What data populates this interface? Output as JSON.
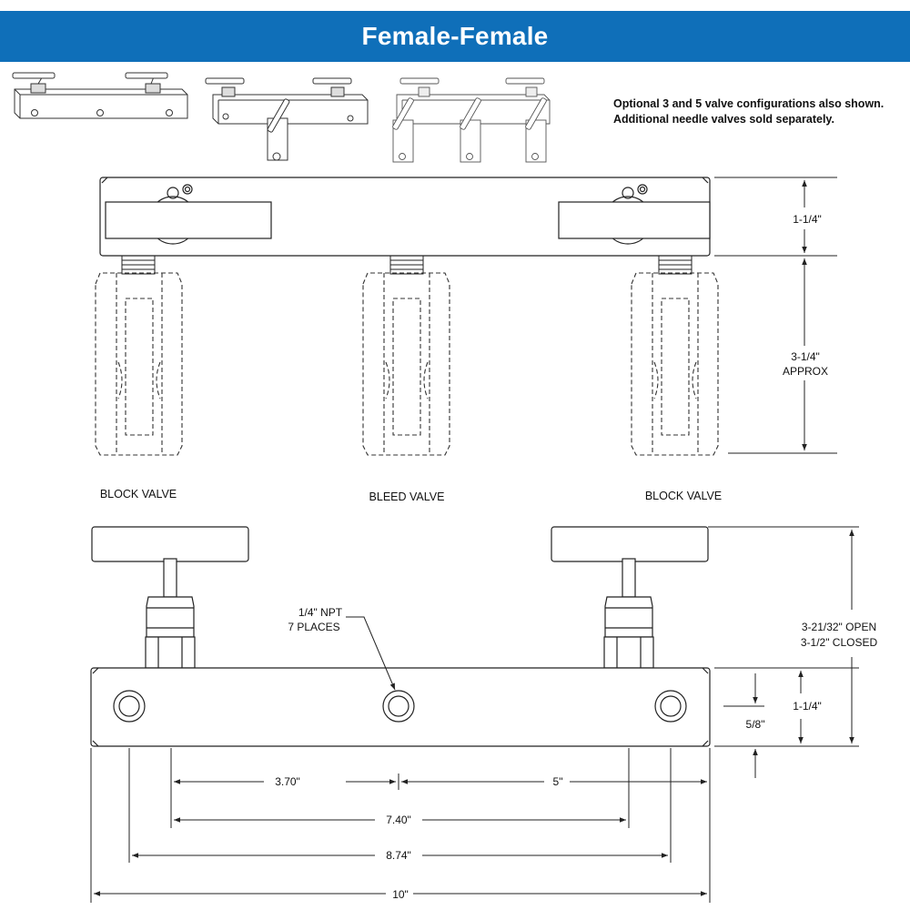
{
  "header": {
    "title": "Female-Female"
  },
  "note": {
    "line1": "Optional 3 and 5 valve configurations also shown.",
    "line2": "Additional needle valves sold separately."
  },
  "top_view": {
    "dim_body_height": "1-1/4\"",
    "dim_valve_height_line1": "3-1/4\"",
    "dim_valve_height_line2": "APPROX",
    "label_block_left": "BLOCK VALVE",
    "label_bleed": "BLEED VALVE",
    "label_block_right": "BLOCK VALVE"
  },
  "front_view": {
    "port_callout_line1": "1/4\" NPT",
    "port_callout_line2": "7 PLACES",
    "dim_total_height_line1": "3-21/32\" OPEN",
    "dim_total_height_line2": "3-1/2\" CLOSED",
    "dim_body_height": "1-1/4\"",
    "dim_port_center": "5/8\"",
    "dim_a": "3.70\"",
    "dim_b": "5\"",
    "dim_c": "7.40\"",
    "dim_d": "8.74\"",
    "dim_e": "10\""
  },
  "colors": {
    "banner": "#0f6fb9",
    "line": "#222222"
  }
}
